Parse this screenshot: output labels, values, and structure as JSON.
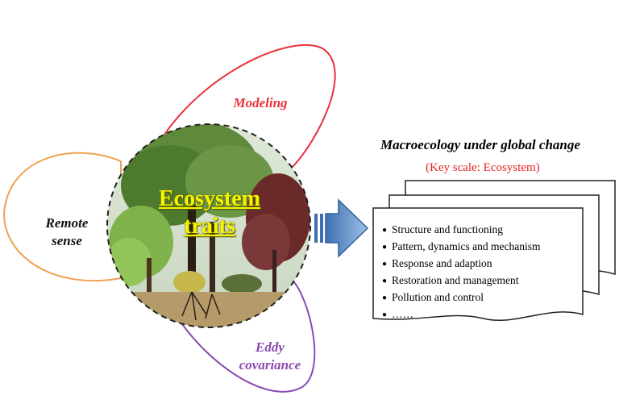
{
  "petals": {
    "modeling": "Modeling",
    "remote_line1": "Remote",
    "remote_line2": "sense",
    "eddy_line1": "Eddy",
    "eddy_line2": "covariance"
  },
  "center": {
    "line1": "Ecosystem",
    "line2": "traits"
  },
  "document": {
    "title": "Macroecology under global change",
    "subtitle": "(Key scale: Ecosystem)",
    "items": [
      "Structure and functioning",
      "Pattern, dynamics and mechanism",
      "Response and adaption",
      "Restoration and management",
      "Pollution and control",
      "……"
    ]
  },
  "colors": {
    "modeling": "#e8323c",
    "remote": "#f0a050",
    "eddy": "#8a4bb0",
    "arrow": "#5b8fc7"
  }
}
